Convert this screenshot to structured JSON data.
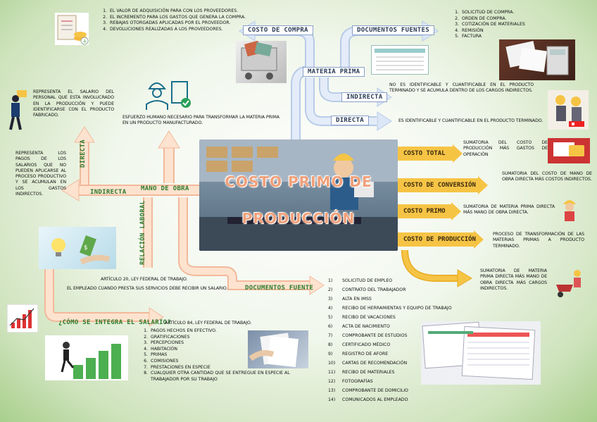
{
  "center_title_line1": "COSTO PRIMO DE",
  "center_title_line2": "PRODUCCIÓN",
  "labels": {
    "costo_compra": "COSTO DE COMPRA",
    "documentos_fuentes": "DOCUMENTOS FUENTES",
    "materia_prima": "MATERIA PRIMA",
    "indirecta_mp": "INDIRECTA",
    "directa_mp": "DIRECTA",
    "mano_obra": "MANO DE OBRA",
    "indirecta_mo": "INDIRECTA",
    "directa_mo": "DIRECTA",
    "relacion_laboral": "RELACIÓN LABORAL",
    "documentos_fuente": "DOCUMENTOS FUENTE",
    "como_integra": "¿CÓMO SE INTEGRA EL SALARIO?"
  },
  "costo_compra_list": [
    "EL VALOR DE ADQUISICIÓN PARA CON LOS PROVEEDORES.",
    "EL INCREMENTO PARA LOS GASTOS QUE GENERA LA COMPRA.",
    "REBAJAS OTORGADAS APLICADAS POR EL PROVEEDOR.",
    "DEVOLUCIONES REALIZADAS A LOS PROVEEDORES."
  ],
  "documentos_fuentes_list": [
    "SOLICITUD DE COMPRA.",
    "ORDEN DE COMPRA.",
    "COTIZACIÓN DE MATERIALES",
    "REMISIÓN",
    "FACTURA"
  ],
  "indirecta_mp_text": "NO ES IDENTIFICABLE Y CUANTIFICABLE EN EL PRODUCTO TERMINADO Y SE ACUMULA DENTRO DE LOS CARGOS INDIRECTOS.",
  "directa_mp_text": "ES IDENTIFICABLE Y CUANTIFICABLE EN EL PRODUCTO TERMINADO.",
  "mano_obra_text": "ESFUERZO HUMANO NECESARIO PARA TRANSFORMAR LA MATERIA PRIMA EN UN PRODUCTO MANUFACTURADO.",
  "directa_mo_text": "REPRESENTA EL SALARIO DEL PERSONAL QUE ESTA INVOLUCRADO EN LA PRODUCCIÓN Y PUEDE IDENTIFICARSE CON EL PRODUCTO FABRICADO.",
  "indirecta_mo_text": "REPRESENTA LOS PAGOS DE LOS SALARIOS QUE NO PUEDEN APLICARSE AL PROCESO PRODUCTIVO Y SE ACUMULAN EN LOS GASTOS INDIRECTOS.",
  "relacion_laboral_text1": "ARTÍCULO 20, LEY FEDERAL DE TRABAJO.",
  "relacion_laboral_text2": "EL EMPLEADO CUANDO PRESTA SUS SERVICIOS DEBE RECIBIR UN SALARIO.",
  "integra_article": "ARTÍCULO 84, LEY FEDERAL DE TRABAJO.",
  "integra_list": [
    "PAGOS HECHOS EN EFECTIVO.",
    "GRATIFICACIONES",
    "PERCEPCIONES",
    "HABITACIÓN",
    "PRIMAS",
    "COMISIONES",
    "PRESTACIONES EN ESPECIE",
    "CUALQUIER OTRA CANTIDAD QUE SE ENTREGUE EN ESPECIE AL TRABAJADOR POR SU TRABAJO"
  ],
  "documentos_fuente_list": [
    "SOLICITUD DE EMPLEO",
    "CONTRATO DEL TRABAJADOR",
    "ALTA EN IMSS",
    "RECIBO DE HERRAMIENTAS Y EQUIPO DE TRABAJO",
    "RECIBO DE VACACIONES",
    "ACTA DE NACIMIENTO",
    "COMPROBANTE DE ESTUDIOS",
    " CERTIFICADO MÉDICO",
    "REGISTRO DE AFORE",
    "CARTAS DE RECOMENDACIÓN",
    "RECIBO DE MATERIALES",
    "FOTOGRAFÍAS",
    "COMPROBANTE DE DOMICILIO",
    "COMUNICADOS AL EMPLEADO"
  ],
  "doc_numbers": [
    "1)",
    "2)",
    "3)",
    "4)",
    "5)",
    "6)",
    "7)",
    "8)",
    "9)",
    "10)",
    "11)",
    "12)",
    "13)",
    "14)"
  ],
  "costs": [
    {
      "label": "COSTO TOTAL",
      "text": "SUMATORIA DEL COSTO DE PRODUCCIÓN MÁS GASTOS DE OPERACIÓN"
    },
    {
      "label": "COSTO DE CONVERSIÓN",
      "text": "SUMATORIA DEL COSTO DE MANO DE OBRA DIRECTA MÁS COSTOS INDIRECTOS."
    },
    {
      "label": "COSTO PRIMO",
      "text": "SUMATORIA DE MATERIA PRIMA DIRECTA MÁS MANO DE OBRA DIRECTA."
    },
    {
      "label": "COSTO DE PRODUCCIÓN",
      "text": "PROCESO DE TRANSFORMACIÓN DE LAS MATERIAS PRIMAS A PRODUCTO TERMINADO."
    }
  ],
  "costo_produccion_sub": "SUMATORIA DE MATERIA PRIMA DIRECTA MÁS MANO DE OBRA DIRECTA MÁS CARGOS INDIRECTOS.",
  "colors": {
    "accent_orange": "#f6c445",
    "arrow_blue": "#dbe6f7",
    "arrow_peach": "#fde3cf",
    "title": "#f0a07a",
    "label_green": "#2d7a2a"
  }
}
